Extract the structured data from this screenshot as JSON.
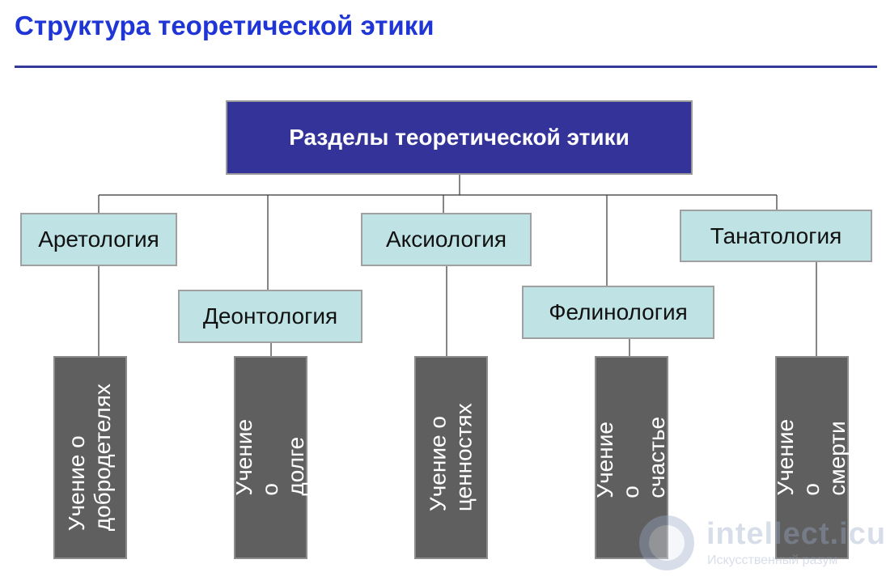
{
  "title": "Структура теоретической этики",
  "root": {
    "label": "Разделы теоретической этики"
  },
  "branches": [
    {
      "label": "Аретология",
      "leaf": "Учение о\nдобродетелях"
    },
    {
      "label": "Деонтология",
      "leaf": "Учение о долге"
    },
    {
      "label": "Аксиология",
      "leaf": "Учение о\nценностях"
    },
    {
      "label": "Фелинология",
      "leaf": "Учение о\nсчастье"
    },
    {
      "label": "Танатология",
      "leaf": "Учение о\nсмерти"
    }
  ],
  "watermark": {
    "name": "intellect.icu",
    "tagline": "Искусственный разум"
  },
  "colors": {
    "title": "#1f35d6",
    "root_fill": "#343399",
    "branch_fill": "#bfe2e4",
    "leaf_fill": "#5f5f5f"
  }
}
